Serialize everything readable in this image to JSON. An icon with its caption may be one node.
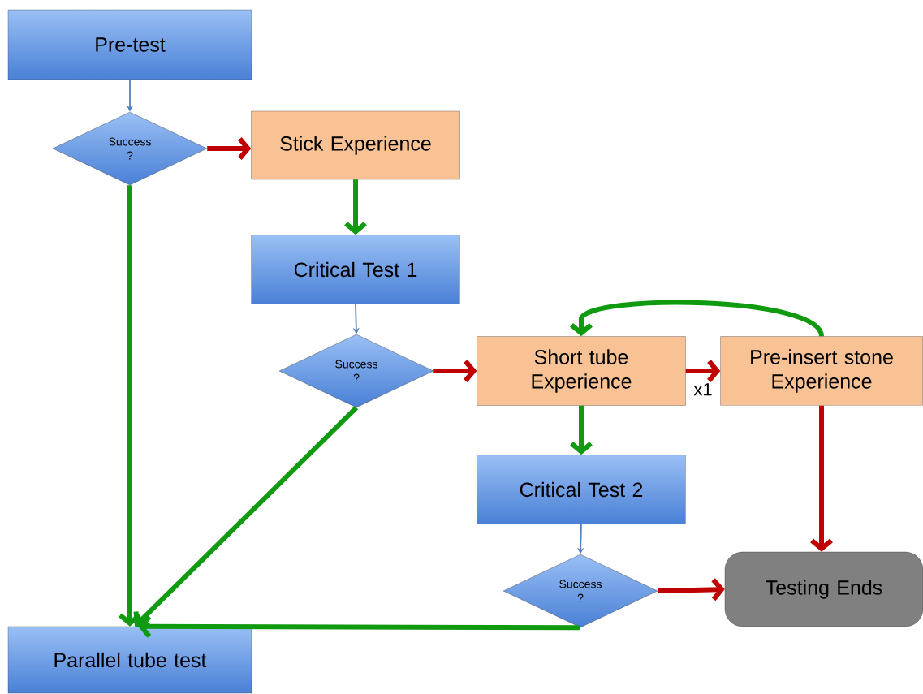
{
  "diagram": {
    "nodes": [
      {
        "text": [
          "Pre-test"
        ]
      },
      {
        "text": [
          "Success ?"
        ]
      },
      {
        "text": [
          "Stick Experience"
        ]
      },
      {
        "text": [
          "Critical Test 1"
        ]
      },
      {
        "text": [
          "Success ?"
        ]
      },
      {
        "text": [
          "Short tube Experience"
        ]
      },
      {
        "text": [
          "Pre-insert stone Experience"
        ]
      },
      {
        "text": [
          "Critical Test 2"
        ]
      },
      {
        "text": [
          "Success ?"
        ]
      },
      {
        "text": [
          "Testing Ends"
        ]
      },
      {
        "text": [
          "Parallel tube test"
        ]
      }
    ],
    "edges": [
      {
        "from": 0,
        "to": 1,
        "arrow": "to",
        "color": "#4f81bd"
      },
      {
        "from": 1,
        "to": 2,
        "arrow": "to",
        "color": "#c00000"
      },
      {
        "from": 1,
        "to": 10,
        "arrow": "to"
      },
      {
        "from": 2,
        "to": 3,
        "arrow": "to"
      },
      {
        "from": 3,
        "to": 4,
        "arrow": "to",
        "color": "#4f81bd"
      },
      {
        "from": 4,
        "to": 5,
        "arrow": "to",
        "color": "#c00000"
      },
      {
        "from": 4,
        "to": 10,
        "arrow": "to"
      },
      {
        "from": 5,
        "to": 6,
        "arrow": "to",
        "color": "#c00000",
        "label": "x1"
      },
      {
        "from": 6,
        "to": 5,
        "arrow": "to"
      },
      {
        "from": 5,
        "to": 7,
        "arrow": "to"
      },
      {
        "from": 7,
        "to": 8,
        "arrow": "to",
        "color": "#4f81bd"
      },
      {
        "from": 8,
        "to": 9,
        "arrow": "to",
        "color": "#c00000"
      },
      {
        "from": 8,
        "to": 10,
        "arrow": "to"
      },
      {
        "from": 6,
        "to": 9,
        "arrow": "to",
        "color": "#c00000"
      }
    ]
  }
}
